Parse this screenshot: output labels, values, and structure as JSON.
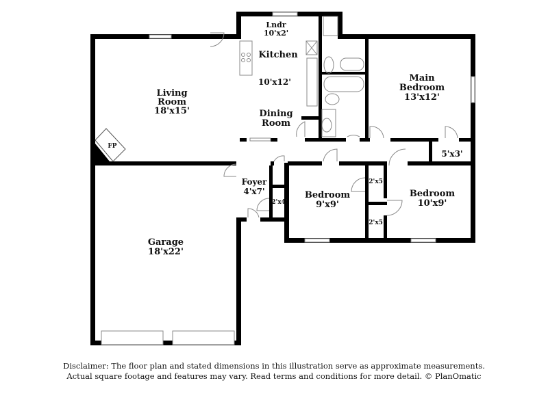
{
  "rooms": {
    "laundry": {
      "name": "Lndr",
      "size": "10'x2'"
    },
    "kitchen": {
      "name": "Kitchen",
      "size": "10'x12'"
    },
    "dining": {
      "name_line1": "Dining",
      "name_line2": "Room"
    },
    "living": {
      "name_line1": "Living",
      "name_line2": "Room",
      "size": "18'x15'"
    },
    "fireplace": {
      "name": "FP"
    },
    "main_bedroom": {
      "name_line1": "Main",
      "name_line2": "Bedroom",
      "size": "13'x12'"
    },
    "closet_main": {
      "size": "5'x3'"
    },
    "foyer": {
      "name": "Foyer",
      "size": "4'x7'"
    },
    "closet_foyer": {
      "size": "2'x4'"
    },
    "bedroom2": {
      "name": "Bedroom",
      "size": "9'x9'"
    },
    "closet_b2": {
      "size": "2'x5'"
    },
    "closet_b3": {
      "size": "2'x5'"
    },
    "bedroom3": {
      "name": "Bedroom",
      "size": "10'x9'"
    },
    "garage": {
      "name": "Garage",
      "size": "18'x22'"
    }
  },
  "disclaimer": {
    "line1": "Disclaimer: The floor plan and stated dimensions in this illustration serve as approximate measurements.",
    "line2": "Actual square footage and features may vary. Read terms and conditions for more detail. © PlanOmatic"
  },
  "colors": {
    "wall": "#000000",
    "fixture": "#888888"
  }
}
